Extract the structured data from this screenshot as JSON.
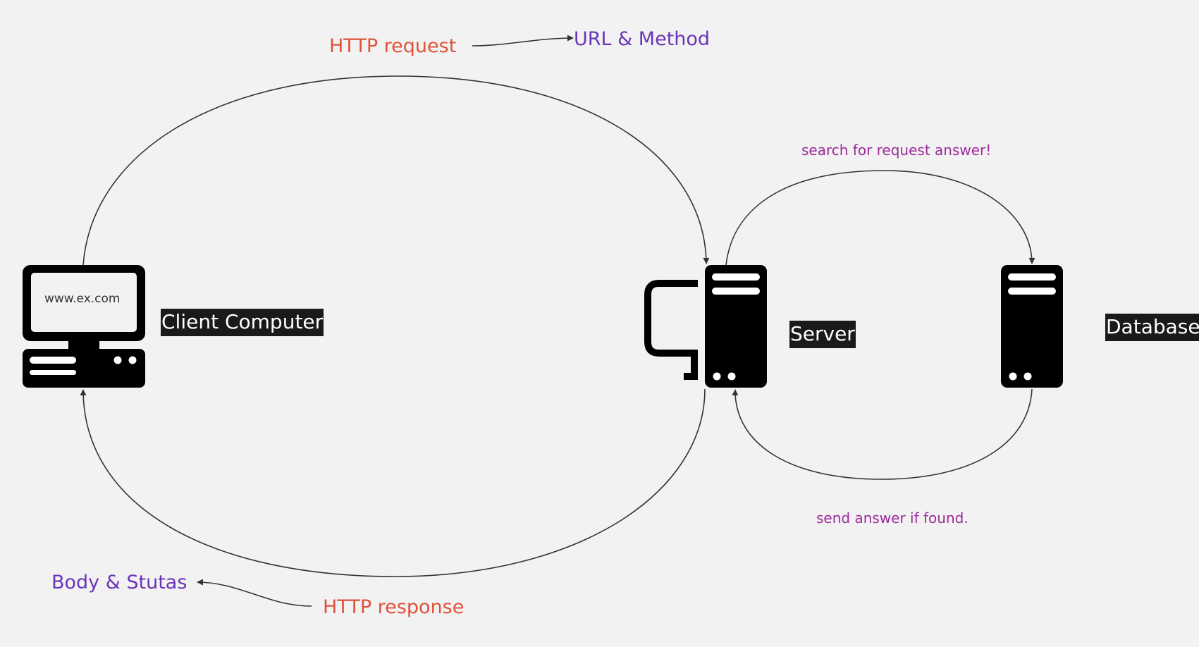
{
  "diagram": {
    "nodes": {
      "client": {
        "label": "Client Computer",
        "screen_text": "www.ex.com",
        "icon": "desktop-computer-icon"
      },
      "server": {
        "label": "Server",
        "icon": "server-tower-icon"
      },
      "database": {
        "label": "Database",
        "icon": "server-tower-icon"
      }
    },
    "edges": {
      "http_request": {
        "label": "HTTP request",
        "note": "URL & Method",
        "from": "client",
        "to": "server"
      },
      "http_response": {
        "label": "HTTP response",
        "note": "Body & Stutas",
        "from": "server",
        "to": "client"
      },
      "search": {
        "label": "search for request answer!",
        "from": "server",
        "to": "database"
      },
      "answer": {
        "label": "send answer if found.",
        "from": "database",
        "to": "server"
      }
    },
    "colors": {
      "background": "#f2f2f2",
      "icon": "#000000",
      "connector": "#333333",
      "http_label": "#e0533a",
      "note_label": "#6a35b8",
      "db_label": "#9c2a9c",
      "node_tag_bg": "#1a1a1a",
      "node_tag_text": "#ffffff"
    }
  }
}
